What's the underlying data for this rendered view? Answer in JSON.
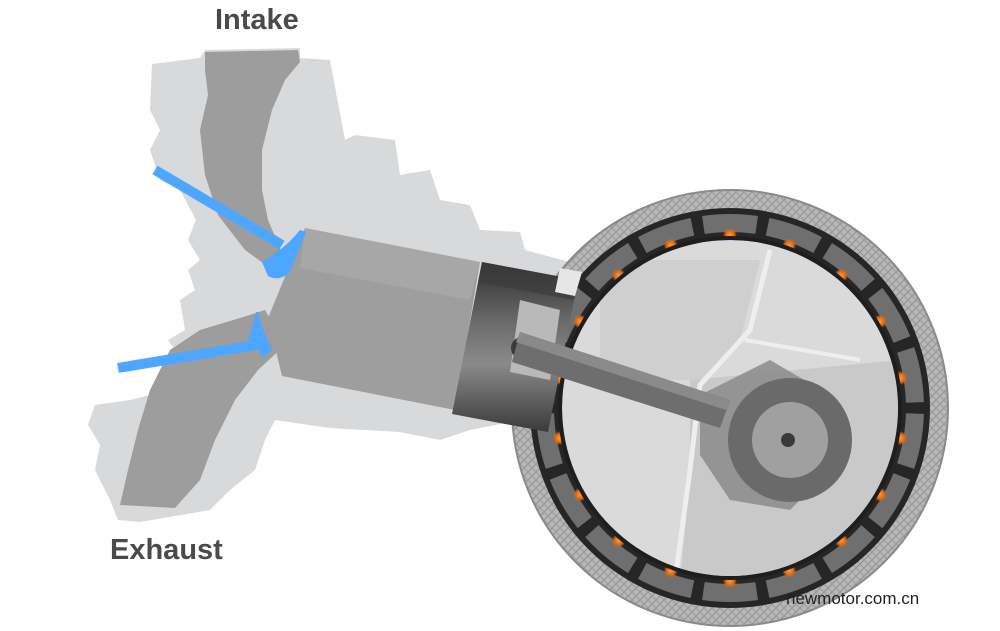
{
  "labels": {
    "intake": "Intake",
    "exhaust": "Exhaust",
    "watermark": "newmotor.com.cn"
  },
  "colors": {
    "block": "#d6d7d9",
    "port": "#9b9b9b",
    "cylinder": "#9c9c9c",
    "valve": "#4da6ff",
    "piston": "#4a4a4a",
    "rod": "#7a7a7a",
    "rotor": "#dcdcdc",
    "stator": "#2a2a2a",
    "coil_glow": "#f07a1a",
    "housing": "#a8a8a8"
  },
  "icons": {
    "intake_valve": "intake-valve-icon",
    "exhaust_valve": "exhaust-valve-icon",
    "piston": "piston-icon",
    "connecting_rod": "connecting-rod-icon",
    "generator": "generator-icon"
  }
}
